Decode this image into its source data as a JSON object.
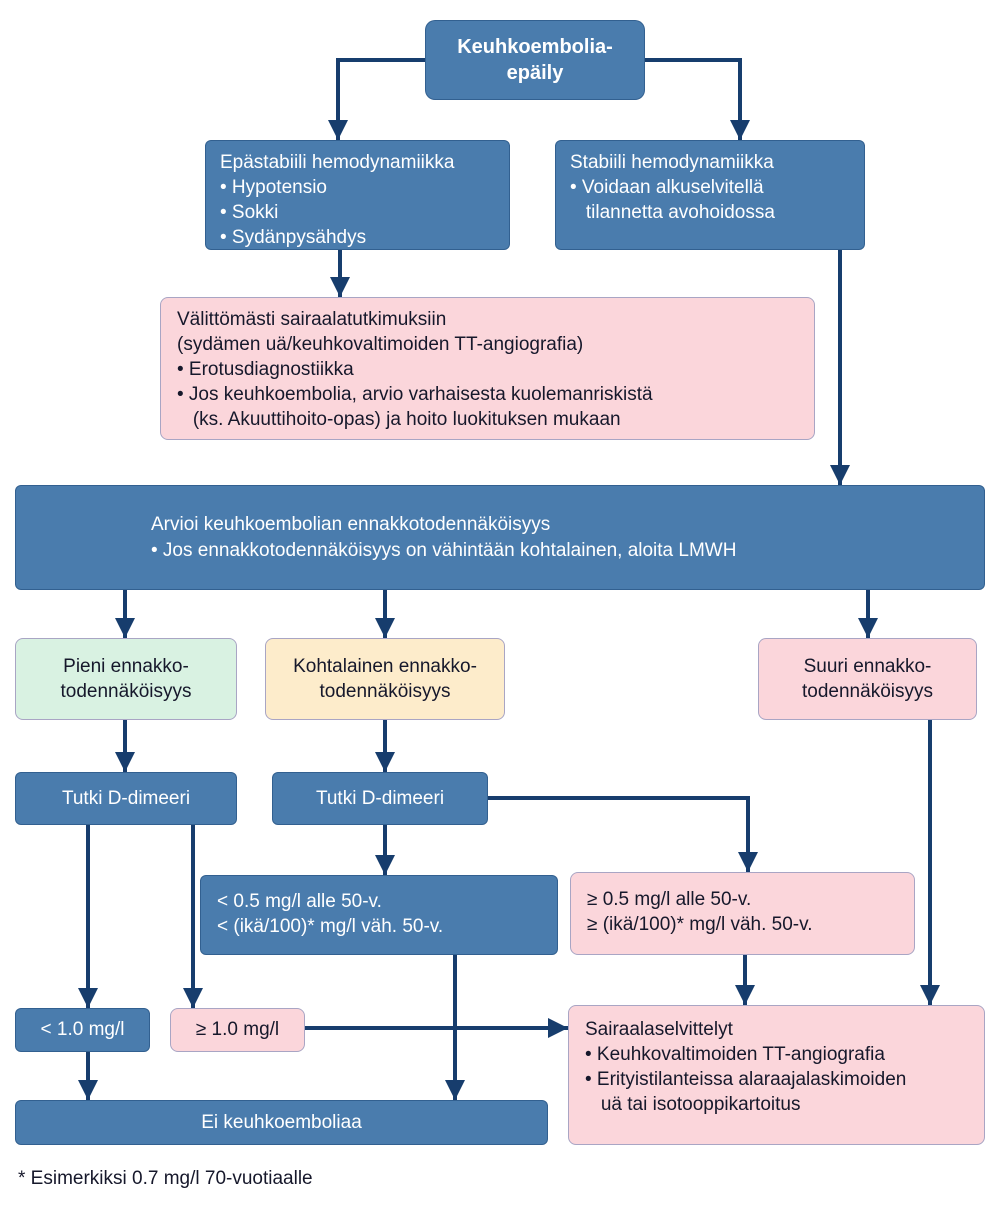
{
  "colors": {
    "blue": "#4a7cad",
    "navy": "#173d6d",
    "pink": "#fbd6db",
    "green": "#d9f2e2",
    "cream": "#fdeccb",
    "ink": "#16182b"
  },
  "nodes": {
    "start": {
      "label": "Keuhkoembolia-\nepäily"
    },
    "unstable": {
      "label": "Epästabiili hemodynamiikka\n• Hypotensio\n• Sokki\n• Sydänpysähdys"
    },
    "stable": {
      "label": "Stabiili hemodynamiikka\n• Voidaan alkuselvitellä\n   tilannetta avohoidossa"
    },
    "immediate": {
      "label": "Välittömästi sairaalatutkimuksiin\n(sydämen uä/keuhkovaltimoiden TT-angiografia)\n• Erotusdiagnostiikka\n• Jos keuhkoembolia, arvio varhaisesta kuolemanriskistä\n   (ks. Akuuttihoito-opas) ja hoito luokituksen mukaan"
    },
    "assess": {
      "label": "Arvioi keuhkoembolian ennakkotodennäköisyys\n• Jos ennakkotodennäköisyys on vähintään kohtalainen, aloita LMWH"
    },
    "low_prob": {
      "label": "Pieni ennakko-\ntodennäköisyys"
    },
    "mod_prob": {
      "label": "Kohtalainen ennakko-\ntodennäköisyys"
    },
    "high_prob": {
      "label": "Suuri ennakko-\ntodennäköisyys"
    },
    "ddimer_left": {
      "label": "Tutki D-dimeeri"
    },
    "ddimer_mid": {
      "label": "Tutki D-dimeeri"
    },
    "ddimer_neg": {
      "label": "< 0.5 mg/l alle 50-v.\n< (ikä/100)* mg/l väh. 50-v."
    },
    "ddimer_pos": {
      "label": "≥ 0.5 mg/l alle 50-v.\n≥ (ikä/100)* mg/l väh. 50-v."
    },
    "low_neg": {
      "label": "< 1.0 mg/l"
    },
    "low_pos": {
      "label": "≥ 1.0 mg/l"
    },
    "no_pe": {
      "label": "Ei keuhkoemboliaa"
    },
    "hospital": {
      "label": "Sairaalaselvittelyt\n• Keuhkovaltimoiden TT-angiografia\n• Erityistilanteissa alaraajalaskimoiden\n   uä tai isotooppikartoitus"
    },
    "footnote": {
      "label": "* Esimerkiksi 0.7 mg/l 70-vuotiaalle"
    }
  }
}
